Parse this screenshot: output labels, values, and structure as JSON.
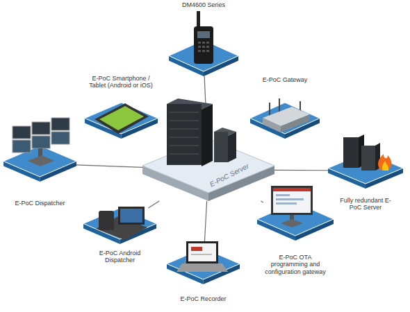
{
  "diagram": {
    "nodes": [
      {
        "text": [
          "DM4600 Series"
        ]
      },
      {
        "text": [
          "E-PoC Smartphone / Tablet (Android or iOS)"
        ]
      },
      {
        "text": [
          "E-PoC Gateway"
        ]
      },
      {
        "text": [
          "E-PoC Server"
        ]
      },
      {
        "text": [
          "E-PoC Dispatcher"
        ]
      },
      {
        "text": [
          "Fully redundant E-PoC Server"
        ]
      },
      {
        "text": [
          "E-PoC Android Dispatcher"
        ]
      },
      {
        "text": [
          "E-PoC OTA programming and configuration gateway"
        ]
      },
      {
        "text": [
          "E-PoC Recorder"
        ]
      }
    ],
    "edges": [
      {
        "from": 3,
        "to": 0,
        "arrow": "none"
      },
      {
        "from": 3,
        "to": 1,
        "arrow": "none"
      },
      {
        "from": 3,
        "to": 2,
        "arrow": "none"
      },
      {
        "from": 3,
        "to": 4,
        "arrow": "none"
      },
      {
        "from": 3,
        "to": 5,
        "arrow": "none"
      },
      {
        "from": 3,
        "to": 6,
        "arrow": "none"
      },
      {
        "from": 3,
        "to": 7,
        "arrow": "none"
      },
      {
        "from": 3,
        "to": 8,
        "arrow": "none"
      }
    ]
  }
}
